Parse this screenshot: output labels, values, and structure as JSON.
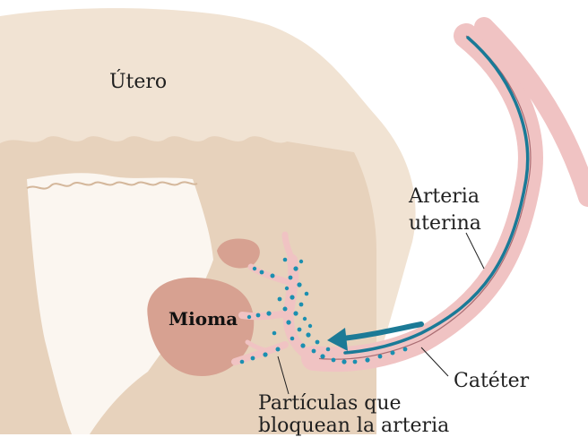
{
  "labels": {
    "uterus": "Útero",
    "uterine_artery_line1": "Arteria",
    "uterine_artery_line2": "uterina",
    "catheter": "Catéter",
    "particles_line1": "Partículas que",
    "particles_line2": "bloquean la arteria",
    "fibroid": "Mioma"
  },
  "colors": {
    "uterus_outer": "#f1e3d3",
    "uterus_tissue_wave": "#e7d2bc",
    "cavity_light": "#fbf6f0",
    "fibroid": "#d7a191",
    "artery": "#f0c3c3",
    "artery_edge": "#a96c72",
    "catheter": "#1a7a97",
    "particles": "#1a8fb0",
    "arrow": "#1c7a96"
  }
}
